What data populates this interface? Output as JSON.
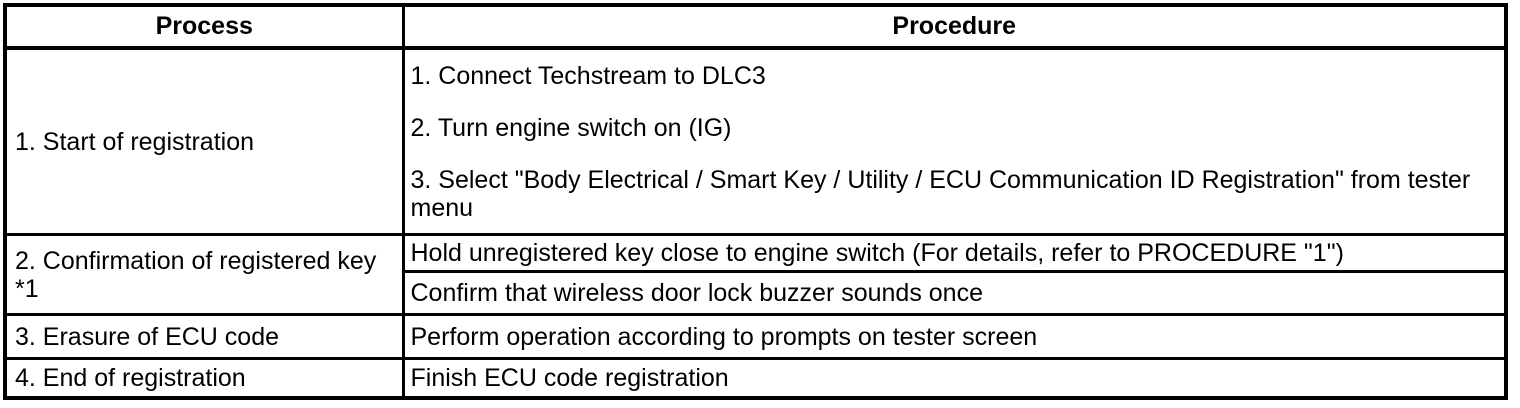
{
  "document": {
    "type": "service-manual-table",
    "colors": {
      "border": "#000000",
      "background": "#ffffff",
      "text": "#000000"
    },
    "table": {
      "headers": {
        "process": "Process",
        "procedure": "Procedure"
      },
      "rows": [
        {
          "process": "1. Start of registration",
          "procedures": [
            "1. Connect Techstream to DLC3",
            "2. Turn engine switch on (IG)",
            "3. Select \"Body Electrical / Smart Key / Utility / ECU Communication ID Registration\" from tester menu"
          ]
        },
        {
          "process": "2. Confirmation of registered key",
          "process_note": "*1",
          "procedures": [
            "Hold unregistered key close to engine switch (For details, refer to PROCEDURE \"1\")",
            "Confirm that wireless door lock buzzer sounds once"
          ]
        },
        {
          "process": "3. Erasure of ECU code",
          "procedures": [
            "Perform operation according to prompts on tester screen"
          ]
        },
        {
          "process": "4. End of registration",
          "procedures": [
            "Finish ECU code registration"
          ]
        }
      ]
    }
  }
}
